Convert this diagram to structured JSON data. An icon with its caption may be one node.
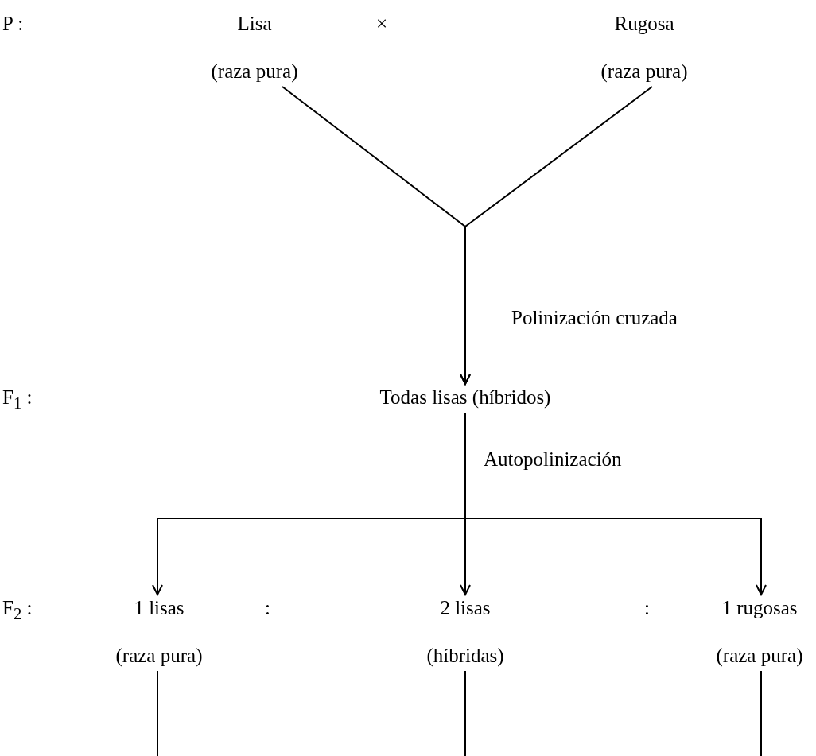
{
  "diagram": {
    "nodes": [
      {
        "text": [
          "Lisa",
          "(raza pura)"
        ]
      },
      {
        "text": [
          "Rugosa",
          "(raza pura)"
        ]
      },
      {
        "text": [
          "Todas lisas (híbridos)"
        ]
      },
      {
        "text": [
          "1 lisas",
          "(raza pura)"
        ]
      },
      {
        "text": [
          "2 lisas",
          "(híbridas)"
        ]
      },
      {
        "text": [
          "1 rugosas",
          "(raza pura)"
        ]
      }
    ],
    "edges": [
      {
        "from": 0,
        "to": 2,
        "arrow": "to",
        "label": "Polinización cruzada"
      },
      {
        "from": 1,
        "to": 2,
        "arrow": "to"
      },
      {
        "from": 2,
        "to": 3,
        "arrow": "to"
      },
      {
        "from": 2,
        "to": 4,
        "arrow": "to",
        "label": "Autopolinización"
      },
      {
        "from": 2,
        "to": 5,
        "arrow": "to"
      },
      {
        "from": 3,
        "to": null,
        "arrow": "none"
      },
      {
        "from": 4,
        "to": null,
        "arrow": "none"
      },
      {
        "from": 5,
        "to": null,
        "arrow": "none"
      }
    ],
    "labels": [
      "P :",
      "×",
      "F$_{1}$ :",
      "F$_{2}$ :",
      ":",
      ":"
    ]
  }
}
